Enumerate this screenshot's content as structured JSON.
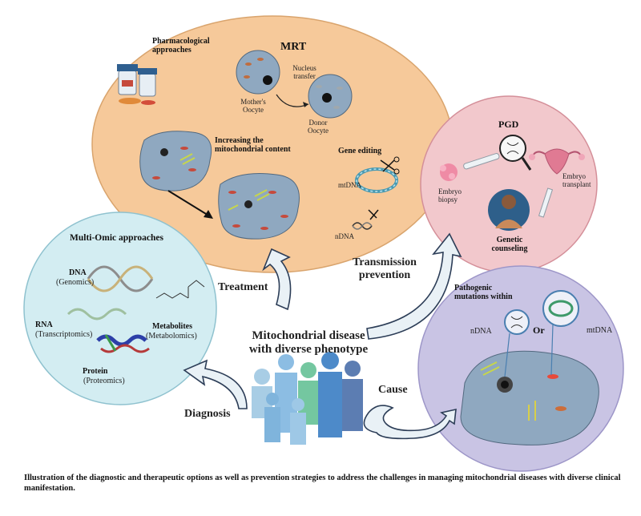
{
  "treatment": {
    "pharmacological": "Pharmacological approaches",
    "mrt": "MRT",
    "nucleus_transfer": "Nucleus transfer",
    "mothers_oocyte": "Mother's Oocyte",
    "donor_oocyte": "Donor Oocyte",
    "increasing": "Increasing the mitochondrial content",
    "gene_editing": "Gene editing",
    "mtdna": "mtDNA",
    "ndna": "nDNA"
  },
  "pgd": {
    "title": "PGD",
    "embryo_biopsy": "Embryo biopsy",
    "embryo_transplant": "Embryo transplant",
    "genetic_counseling": "Genetic counseling"
  },
  "omics": {
    "title": "Multi-Omic approaches",
    "dna": "DNA",
    "genomics": "(Genomics)",
    "rna": "RNA",
    "transcriptomics": "(Transcriptomics)",
    "metabolites": "Metabolites",
    "metabolomics": "(Metabolomics)",
    "protein": "Protein",
    "proteomics": "(Proteomics)"
  },
  "pathogenic": {
    "title": "Pathogenic mutations within",
    "ndna": "nDNA",
    "or": "Or",
    "mtdna": "mtDNA"
  },
  "center": {
    "line1": "Mitochondrial disease",
    "line2": "with diverse phenotype"
  },
  "arrows": {
    "treatment": "Treatment",
    "transmission1": "Transmission",
    "transmission2": "prevention",
    "diagnosis": "Diagnosis",
    "cause": "Cause"
  },
  "caption": "Illustration of the diagnostic and therapeutic options as well as prevention strategies to address the challenges in managing mitochondrial diseases with diverse clinical manifestation.",
  "colors": {
    "treatment_bg": "#f6c99a",
    "pgd_bg": "#f2c8cc",
    "omics_bg": "#d3edf2",
    "pathogenic_bg": "#c9c4e4",
    "cell_bg": "#8fa8c0"
  }
}
